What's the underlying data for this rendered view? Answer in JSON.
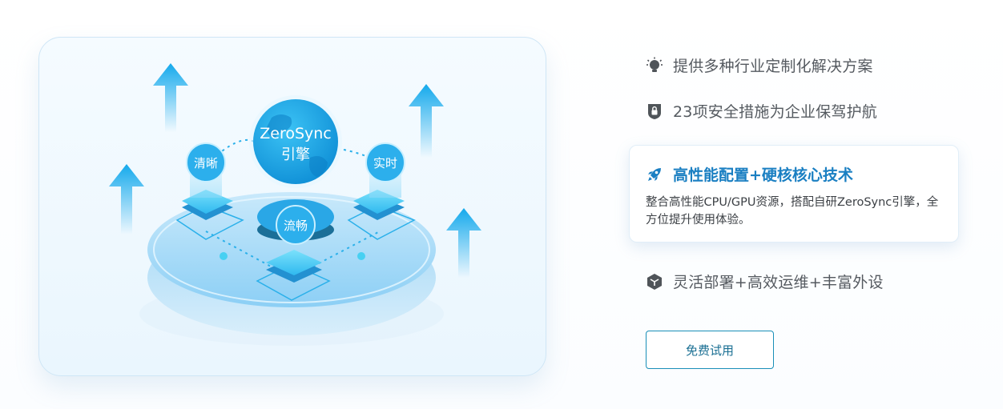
{
  "illustration": {
    "hub_line1": "ZeroSync",
    "hub_line2": "引擎",
    "node_left": "清晰",
    "node_right": "实时",
    "node_center": "流畅"
  },
  "features": [
    {
      "icon": "lightbulb-icon",
      "label": "提供多种行业定制化解决方案"
    },
    {
      "icon": "lock-shield-icon",
      "label": "23项安全措施为企业保驾护航"
    },
    {
      "icon": "rocket-icon",
      "label": "高性能配置+硬核核心技术",
      "description": "整合高性能CPU/GPU资源，搭配自研ZeroSync引擎，全方位提升使用体验。",
      "active": true
    },
    {
      "icon": "cube-icon",
      "label": "灵活部署+高效运维+丰富外设"
    }
  ],
  "cta": {
    "label": "免费试用"
  },
  "colors": {
    "accent": "#1a7fc2",
    "cta_border": "#1a8fb8",
    "text_gray": "#555a60",
    "icon_gray": "#4f5459"
  }
}
